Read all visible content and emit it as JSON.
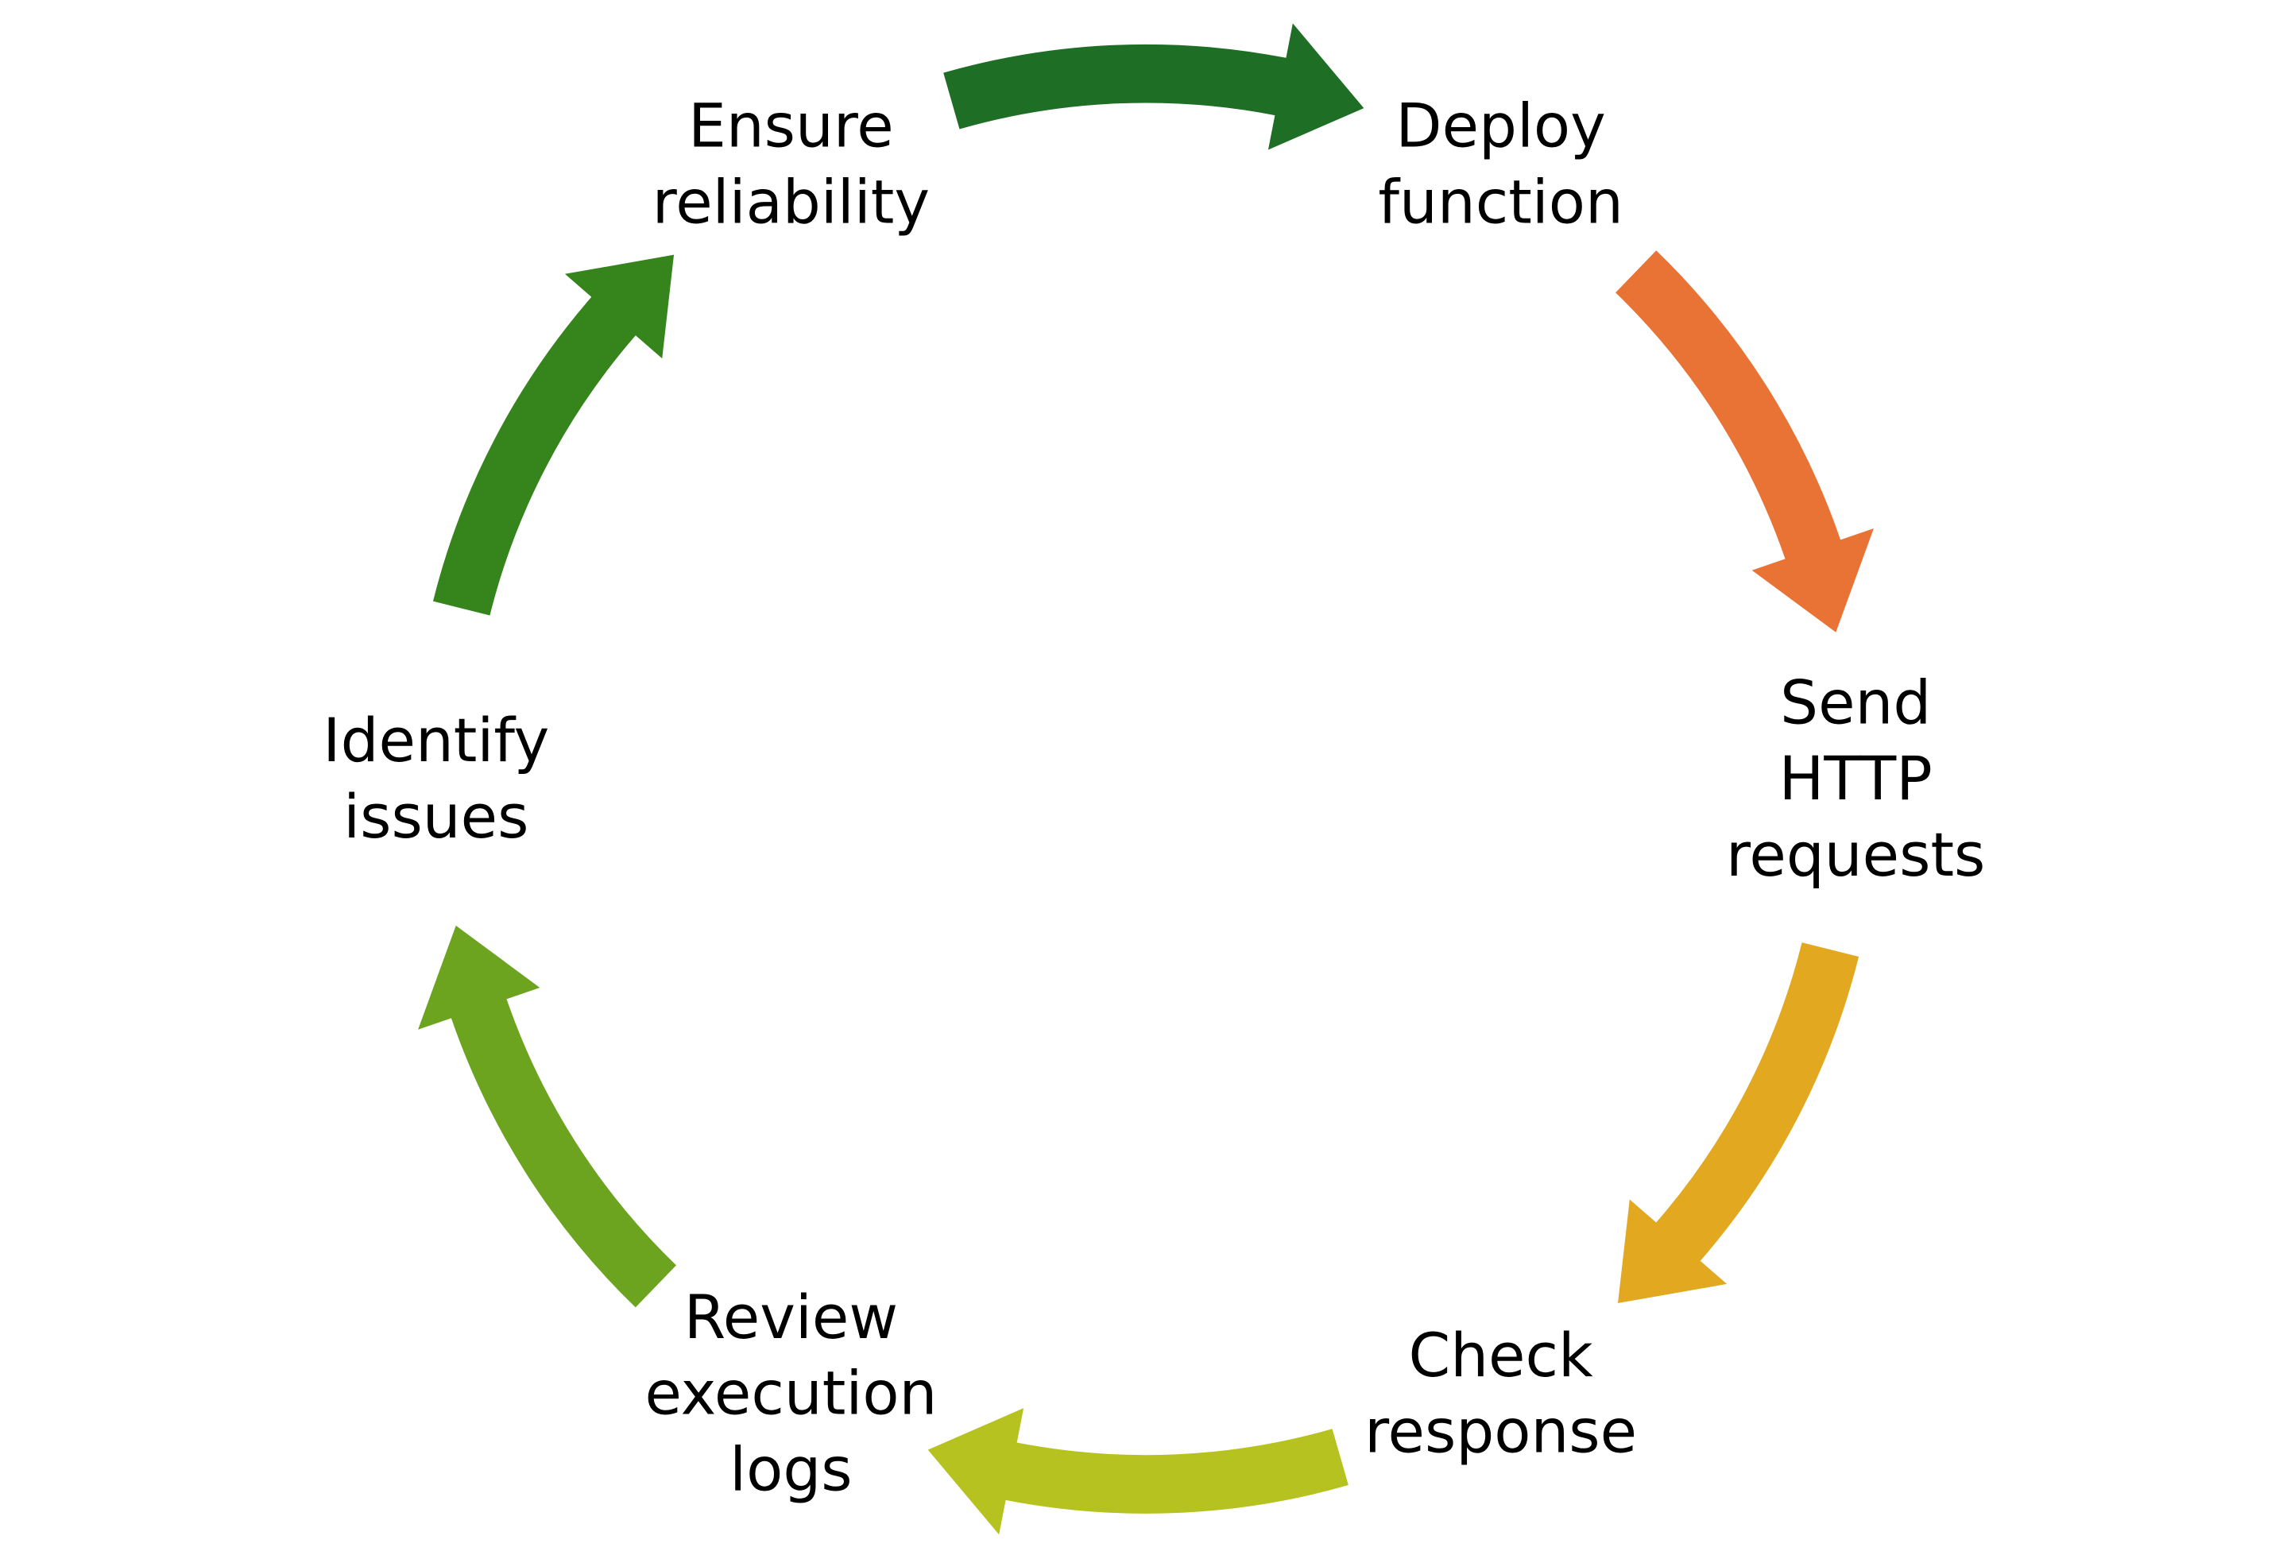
{
  "diagram": {
    "type": "cycle",
    "steps": [
      {
        "lines": [
          "Deploy",
          "function"
        ],
        "arrow_color": "#1f6e26"
      },
      {
        "lines": [
          "Send",
          "HTTP",
          "requests"
        ],
        "arrow_color": "#e97235"
      },
      {
        "lines": [
          "Check",
          "response"
        ],
        "arrow_color": "#e1a820"
      },
      {
        "lines": [
          "Review",
          "execution",
          "logs"
        ],
        "arrow_color": "#b6c21f"
      },
      {
        "lines": [
          "Identify",
          "issues"
        ],
        "arrow_color": "#6ca41f"
      },
      {
        "lines": [
          "Ensure",
          "reliability"
        ],
        "arrow_color": "#35841c"
      }
    ]
  }
}
